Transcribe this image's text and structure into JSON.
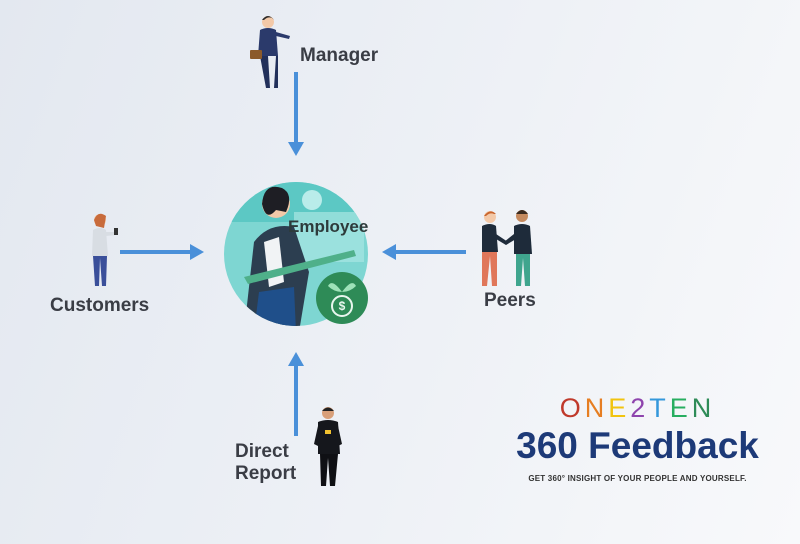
{
  "diagram": {
    "center": {
      "label": "Employee"
    },
    "nodes": [
      {
        "id": "manager",
        "label": "Manager"
      },
      {
        "id": "customers",
        "label": "Customers"
      },
      {
        "id": "peers",
        "label": "Peers"
      },
      {
        "id": "direct_report",
        "label_line1": "Direct",
        "label_line2": "Report"
      }
    ]
  },
  "brand": {
    "letters": [
      "O",
      "N",
      "E",
      "2",
      "T",
      "E",
      "N"
    ],
    "letter_colors": [
      "#c0392b",
      "#e67e22",
      "#f1c40f",
      "#8e44ad",
      "#3498db",
      "#27ae60",
      "#2e8b57"
    ],
    "title": "360 Feedback",
    "tagline": "GET 360° INSIGHT OF YOUR PEOPLE AND YOURSELF."
  },
  "colors": {
    "arrow": "#4a90d9",
    "title": "#1d3a78",
    "label": "#3a3d45"
  }
}
